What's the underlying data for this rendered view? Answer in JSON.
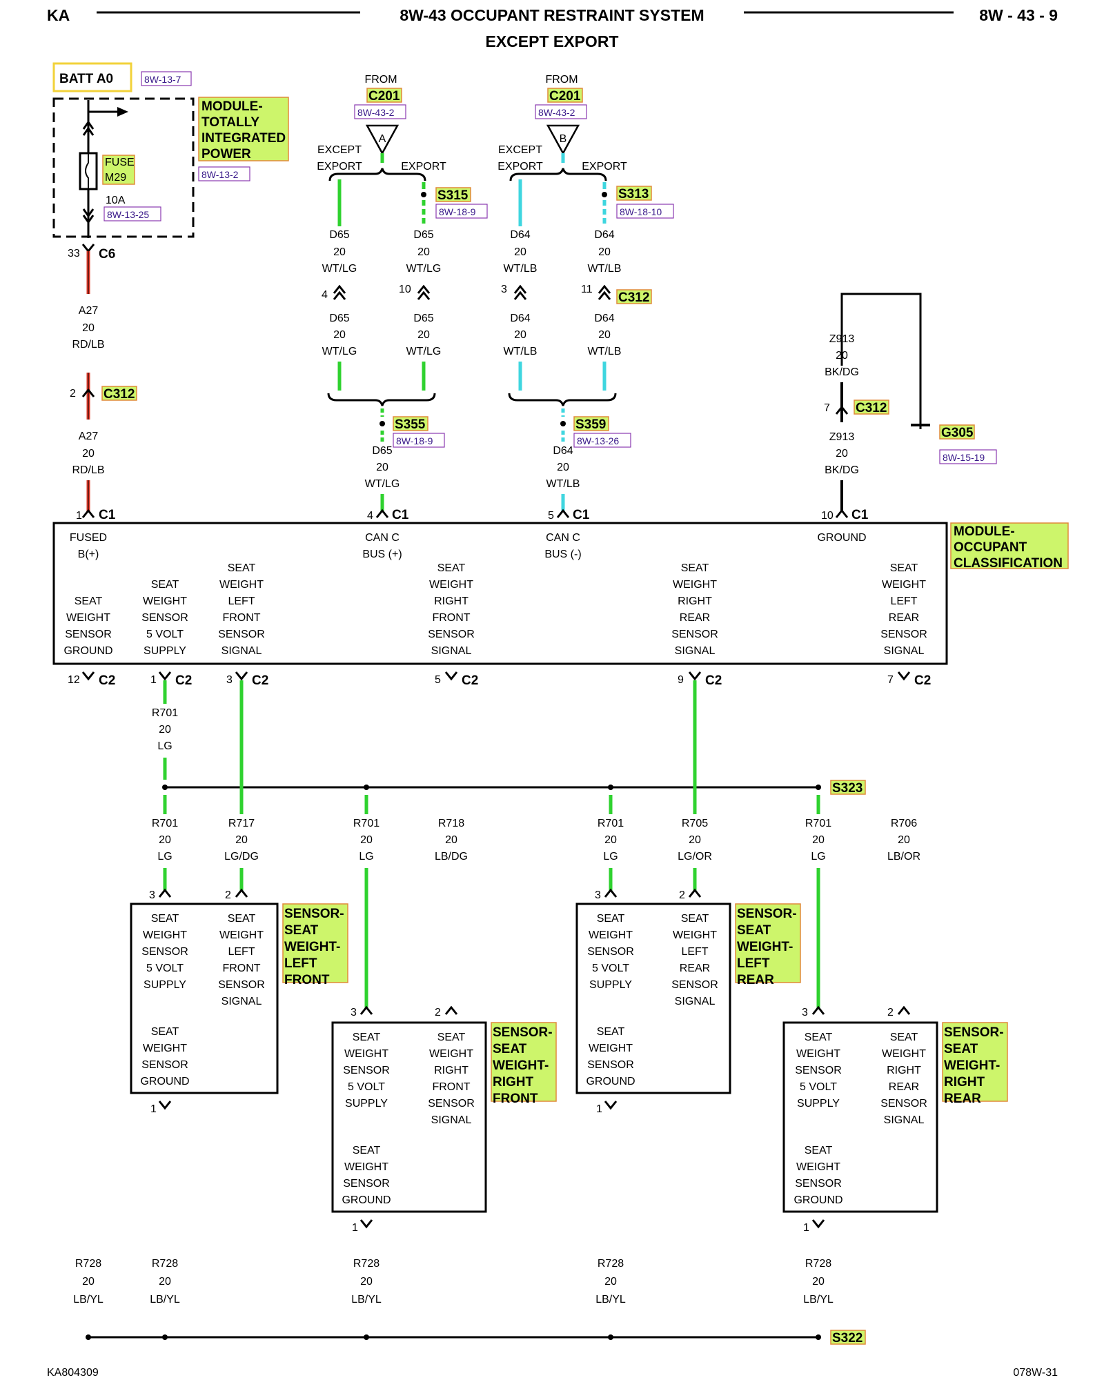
{
  "header": {
    "left": "KA",
    "title": "8W-43 OCCUPANT RESTRAINT SYSTEM",
    "subtitle": "EXCEPT EXPORT",
    "right": "8W - 43 - 9"
  },
  "footer": {
    "left": "KA804309",
    "right": "078W-31"
  },
  "power": {
    "batt": "BATT A0",
    "batt_ref": "8W-13-7",
    "fuse": "FUSE",
    "fuse_num": "M29",
    "rating": "10A",
    "fuse_ref": "8W-13-25",
    "module_l1": "MODULE-",
    "module_l2": "TOTALLY",
    "module_l3": "INTEGRATED",
    "module_l4": "POWER",
    "module_ref": "8W-13-2"
  },
  "from": {
    "a": {
      "from": "FROM",
      "conn": "C201",
      "ref": "8W-43-2",
      "letter": "A"
    },
    "b": {
      "from": "FROM",
      "conn": "C201",
      "ref": "8W-43-2",
      "letter": "B"
    },
    "except_l1": "EXCEPT",
    "except_l2": "EXPORT",
    "export": "EXPORT"
  },
  "splices": {
    "s315": "S315",
    "s315_ref": "8W-18-9",
    "s313": "S313",
    "s313_ref": "8W-18-10",
    "s355": "S355",
    "s355_ref": "8W-18-9",
    "s359": "S359",
    "s359_ref": "8W-13-26",
    "s323": "S323",
    "s322": "S322",
    "g305": "G305",
    "g305_ref": "8W-15-19"
  },
  "connectors": {
    "c6": "C6",
    "c312": "C312",
    "c1": "C1",
    "c2": "C2"
  },
  "pins": {
    "p33": "33",
    "p2": "2",
    "p4": "4",
    "p10": "10",
    "p3": "3",
    "p11": "11",
    "p7": "7",
    "p1": "1",
    "p5": "5",
    "p12": "12",
    "p9": "9"
  },
  "wires": {
    "a27": "A27",
    "d65": "D65",
    "d64": "D64",
    "z913": "Z913",
    "r701": "R701",
    "r717": "R717",
    "r718": "R718",
    "r705": "R705",
    "r706": "R706",
    "r728": "R728",
    "g20": "20",
    "rdlb": "RD/LB",
    "wtlg": "WT/LG",
    "wtlb": "WT/LB",
    "bkdg": "BK/DG",
    "lg": "LG",
    "lgdg": "LG/DG",
    "lbdg": "LB/DG",
    "lgor": "LG/OR",
    "lbor": "LB/OR",
    "lbyl": "LB/YL"
  },
  "occ_module": {
    "name_l1": "MODULE-",
    "name_l2": "OCCUPANT",
    "name_l3": "CLASSIFICATION",
    "fused_l1": "FUSED",
    "fused_l2": "B(+)",
    "canp_l1": "CAN C",
    "canp_l2": "BUS (+)",
    "canm_l1": "CAN C",
    "canm_l2": "BUS (-)",
    "ground": "GROUND"
  },
  "words": {
    "seat": "SEAT",
    "weight": "WEIGHT",
    "sensor": "SENSOR",
    "ground": "GROUND",
    "fivevolt": "5 VOLT",
    "supply": "SUPPLY",
    "signal": "SIGNAL",
    "left": "LEFT",
    "right": "RIGHT",
    "front": "FRONT",
    "rear": "REAR"
  },
  "sensor_names": {
    "l1": "SENSOR-",
    "l2": "SEAT",
    "lf_l3": "WEIGHT-",
    "lf_l4": "LEFT",
    "lf_l5": "FRONT",
    "lr_l3": "WEIGHT-",
    "lr_l4": "LEFT",
    "lr_l5": "REAR",
    "rf_l3": "WEIGHT-",
    "rf_l4": "RIGHT",
    "rf_l5": "FRONT",
    "rr_l3": "WEIGHT-",
    "rr_l4": "RIGHT",
    "rr_l5": "REAR"
  },
  "colors": {
    "red": "#e23a2a",
    "green": "#2fd22f",
    "cyan": "#3fd6df",
    "black": "#000000",
    "highlight": "#cdf56b"
  }
}
